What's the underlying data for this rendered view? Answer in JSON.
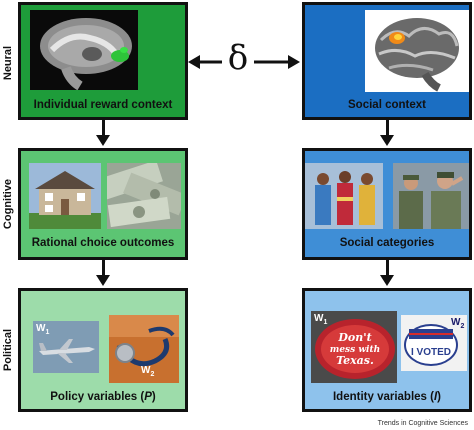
{
  "rows": {
    "neural": "Neural",
    "cognitive": "Cognitive",
    "political": "Political"
  },
  "delta": "δ",
  "left": {
    "neural_caption": "Individual reward context",
    "cognitive_caption": "Rational choice outcomes",
    "political_caption_text": "Policy variables (",
    "political_caption_var": "P",
    "political_caption_end": ")",
    "w1": "W",
    "w1_sub": "1",
    "w2": "W",
    "w2_sub": "2"
  },
  "right": {
    "neural_caption": "Social context",
    "cognitive_caption": "Social categories",
    "political_caption_text": "Identity variables (",
    "political_caption_var": "I",
    "political_caption_end": ")",
    "w1": "W",
    "w1_sub": "1",
    "w2": "W",
    "w2_sub": "2",
    "button1_line1": "Don't",
    "button1_line2": "mess with",
    "button1_line3": "Texas.",
    "button2_text": "I VOTED"
  },
  "footer": "Trends in Cognitive Sciences",
  "colors": {
    "green_dark": "#1e9c3a",
    "green_mid": "#5cc573",
    "green_light": "#9ddcaa",
    "blue_dark": "#1b6ec2",
    "blue_mid": "#3f8ed6",
    "blue_light": "#8ec2ec"
  }
}
